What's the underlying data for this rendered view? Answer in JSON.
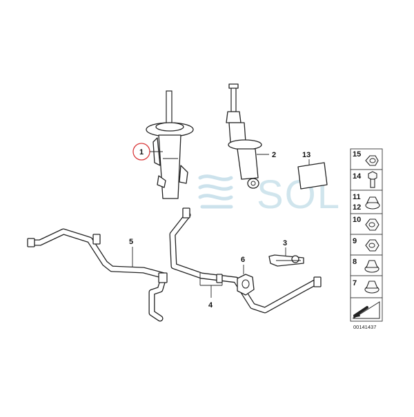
{
  "callouts": {
    "c1": "1",
    "c2": "2",
    "c3": "3",
    "c4": "4",
    "c5": "5",
    "c6": "6",
    "c13": "13"
  },
  "hardware_panel": {
    "labels": [
      "15",
      "14",
      "11",
      "12",
      "10",
      "9",
      "8",
      "7"
    ]
  },
  "watermark": {
    "text": "SOL"
  },
  "diagram_id": "00141437",
  "colors": {
    "line": "#222222",
    "highlight_circle": "#d9383a",
    "watermark": "#aacfdf"
  }
}
